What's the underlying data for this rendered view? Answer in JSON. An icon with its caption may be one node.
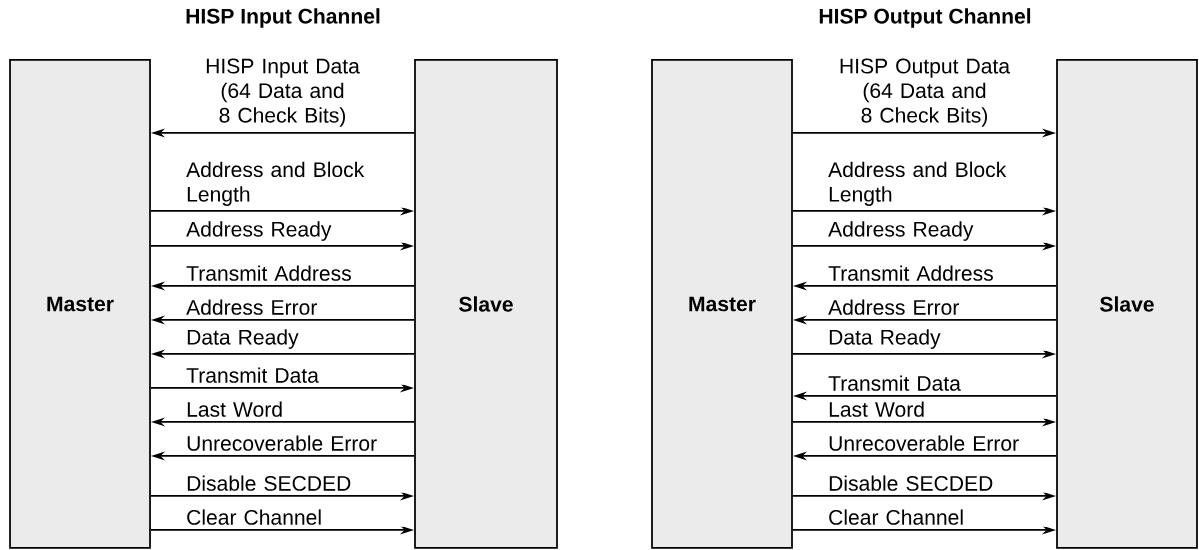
{
  "diagram": {
    "nodes": [
      {
        "text": [
          "Master"
        ]
      },
      {
        "text": [
          "Slave"
        ]
      },
      {
        "text": [
          "Master"
        ]
      },
      {
        "text": [
          "Slave"
        ]
      }
    ],
    "edges": [
      {
        "from": 1,
        "to": 0,
        "arrow": "to",
        "label": "HISP Input Data (64 Data and 8 Check Bits)"
      },
      {
        "from": 0,
        "to": 1,
        "arrow": "to",
        "label": "Address and Block Length"
      },
      {
        "from": 0,
        "to": 1,
        "arrow": "to",
        "label": "Address Ready"
      },
      {
        "from": 1,
        "to": 0,
        "arrow": "to",
        "label": "Transmit Address"
      },
      {
        "from": 1,
        "to": 0,
        "arrow": "to",
        "label": "Address Error"
      },
      {
        "from": 1,
        "to": 0,
        "arrow": "to",
        "label": "Data Ready"
      },
      {
        "from": 0,
        "to": 1,
        "arrow": "to",
        "label": "Transmit Data"
      },
      {
        "from": 1,
        "to": 0,
        "arrow": "to",
        "label": "Last Word"
      },
      {
        "from": 1,
        "to": 0,
        "arrow": "to",
        "label": "Unrecoverable Error"
      },
      {
        "from": 0,
        "to": 1,
        "arrow": "to",
        "label": "Disable SECDED"
      },
      {
        "from": 0,
        "to": 1,
        "arrow": "to",
        "label": "Clear Channel"
      },
      {
        "from": 2,
        "to": 3,
        "arrow": "to",
        "label": "HISP Output Data (64 Data and 8 Check Bits)"
      },
      {
        "from": 2,
        "to": 3,
        "arrow": "to",
        "label": "Address and Block Length"
      },
      {
        "from": 2,
        "to": 3,
        "arrow": "to",
        "label": "Address Ready"
      },
      {
        "from": 3,
        "to": 2,
        "arrow": "to",
        "label": "Transmit Address"
      },
      {
        "from": 3,
        "to": 2,
        "arrow": "to",
        "label": "Address Error"
      },
      {
        "from": 2,
        "to": 3,
        "arrow": "to",
        "label": "Data Ready"
      },
      {
        "from": 3,
        "to": 2,
        "arrow": "to",
        "label": "Transmit Data"
      },
      {
        "from": 2,
        "to": 3,
        "arrow": "to",
        "label": "Last Word"
      },
      {
        "from": 3,
        "to": 2,
        "arrow": "to",
        "label": "Unrecoverable Error"
      },
      {
        "from": 2,
        "to": 3,
        "arrow": "to",
        "label": "Disable SECDED"
      },
      {
        "from": 2,
        "to": 3,
        "arrow": "to",
        "label": "Clear Channel"
      }
    ],
    "labels": [
      "HISP Input Channel",
      "HISP Output Channel"
    ]
  }
}
